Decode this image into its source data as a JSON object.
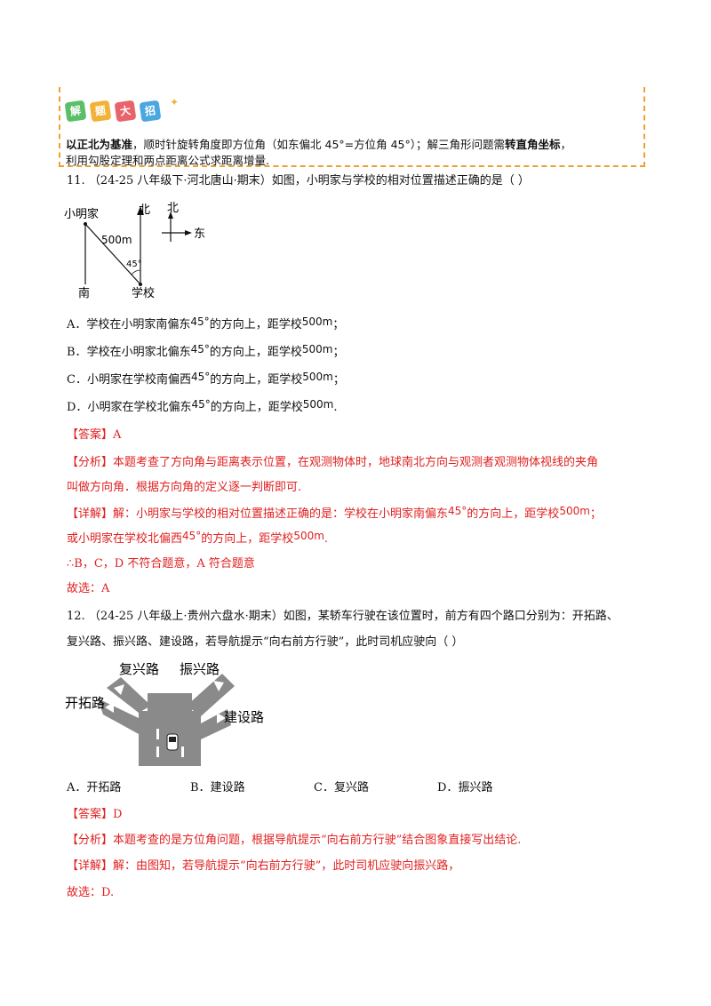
{
  "tip": {
    "badge_chars": [
      "解",
      "题",
      "大",
      "招"
    ],
    "badge_colors": [
      "#5bbf6a",
      "#f2b23a",
      "#e8646a",
      "#4aa7e0"
    ],
    "line1_bold_a": "以正北为基准",
    "line1_mid": "，顺时针旋转角度即方位角（如东偏北 45°=方位角 45°）；解三角形问题需",
    "line1_bold_b": "转直角坐标",
    "line1_end": "，",
    "line2": "利用勾股定理和两点距离公式求距离增量."
  },
  "q11": {
    "number": "11.",
    "stem": "（24-25 八年级下·河北唐山·期末）如图，小明家与学校的相对位置描述正确的是（            ）",
    "figure": {
      "home": "小明家",
      "school": "学校",
      "north": "北",
      "north2": "北",
      "east": "东",
      "south": "南",
      "distance": "500m",
      "angle": "45°"
    },
    "options": [
      {
        "letter": "A．",
        "pre": "学校在小明家南偏东",
        "deg": "45°",
        "mid": "的方向上，距学校",
        "dist": "500m",
        "end": "；"
      },
      {
        "letter": "B．",
        "pre": "学校在小明家北偏东",
        "deg": "45°",
        "mid": "的方向上，距学校",
        "dist": "500m",
        "end": "；"
      },
      {
        "letter": "C．",
        "pre": "小明家在学校南偏西",
        "deg": "45°",
        "mid": "的方向上，距学校",
        "dist": "500m",
        "end": "；"
      },
      {
        "letter": "D．",
        "pre": "小明家在学校北偏东",
        "deg": "45°",
        "mid": "的方向上，距学校",
        "dist": "500m",
        "end": "."
      }
    ],
    "answer": "【答案】A",
    "analysis_1": "【分析】本题考查了方向角与距离表示位置，在观测物体时，地球南北方向与观测者观测物体视线的夹角",
    "analysis_2": "叫做方向角．根据方向角的定义逐一判断即可.",
    "detail_1a": "【详解】解：小明家与学校的相对位置描述正确的是：学校在小明家南偏东",
    "detail_1deg": "45°",
    "detail_1b": "的方向上，距学校",
    "detail_1dist": "500m",
    "detail_1c": "；",
    "detail_2a": "或小明家在学校北偏西",
    "detail_2deg": "45°",
    "detail_2b": "的方向上，距学校",
    "detail_2dist": "500m",
    "detail_2c": ".",
    "conclusion": "∴B，C，D 不符合题意，A 符合题意",
    "choice": "故选：A"
  },
  "q12": {
    "number": "12.",
    "stem_1": "（24-25 八年级上·贵州六盘水·期末）如图，某轿车行驶在该位置时，前方有四个路口分别为：开拓路、",
    "stem_2": "复兴路、振兴路、建设路，若导航提示“向右前方行驶”，此时司机应驶向（            ）",
    "figure": {
      "road_a": "复兴路",
      "road_b": "振兴路",
      "road_c": "开拓路",
      "road_d": "建设路"
    },
    "options": [
      {
        "letter": "A．",
        "text": "开拓路"
      },
      {
        "letter": "B．",
        "text": "建设路"
      },
      {
        "letter": "C．",
        "text": "复兴路"
      },
      {
        "letter": "D．",
        "text": "振兴路"
      }
    ],
    "answer": "【答案】D",
    "analysis": "【分析】本题考查的是方位角问题，根据导航提示“向右前方行驶”结合图象直接写出结论.",
    "detail": "【详解】解：由图知，若导航提示“向右前方行驶”，此时司机应驶向振兴路，",
    "choice": "故选：D."
  }
}
